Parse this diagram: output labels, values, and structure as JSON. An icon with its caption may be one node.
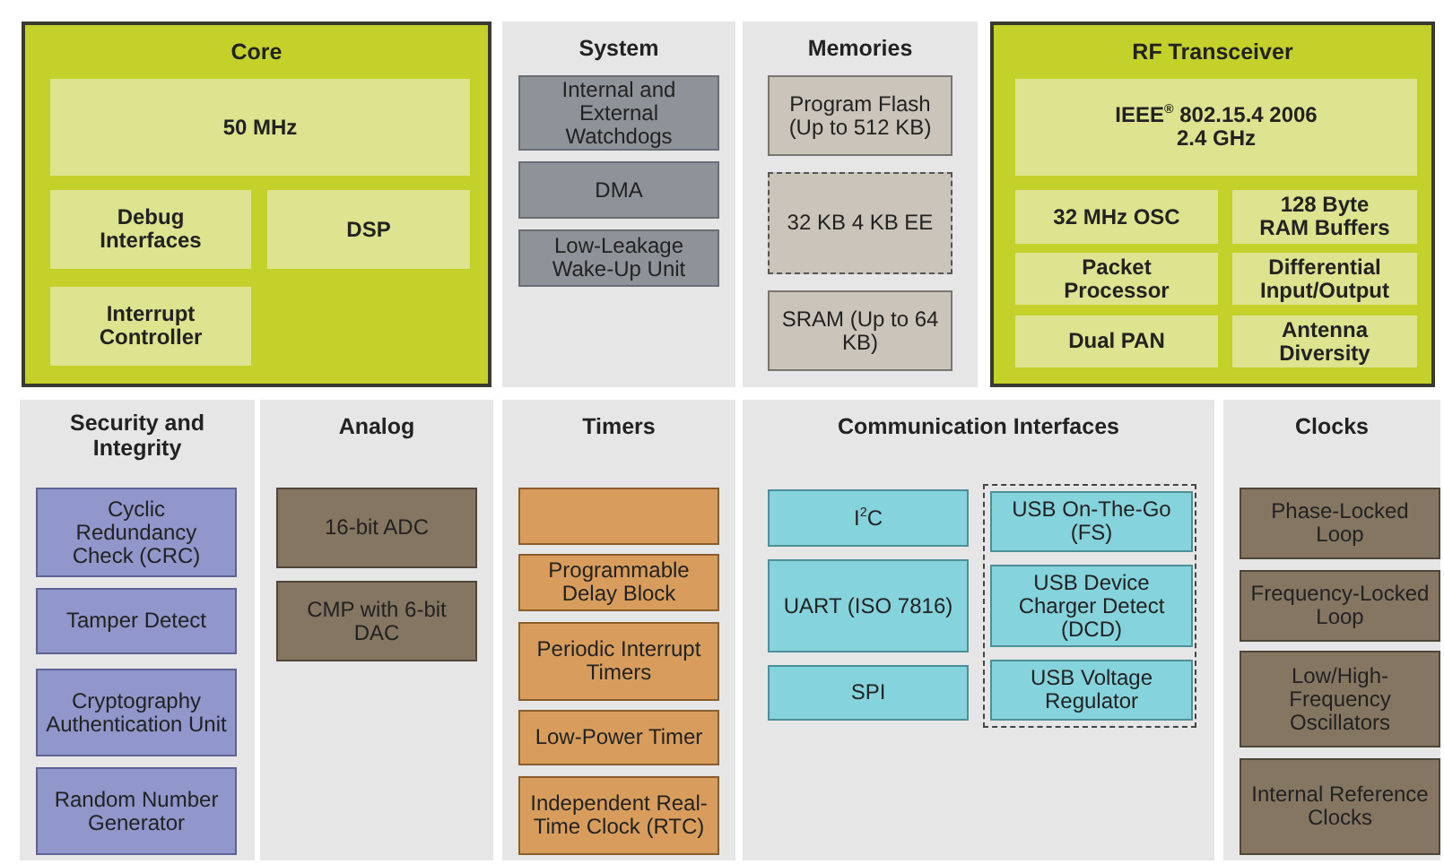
{
  "diagram": {
    "nodes": [
      {
        "text": [
          "Core"
        ]
      },
      {
        "text": [
          "50 MHz"
        ],
        "in": 0
      },
      {
        "text": [
          "Debug Interfaces"
        ],
        "in": 0
      },
      {
        "text": [
          "DSP"
        ],
        "in": 0
      },
      {
        "text": [
          "Interrupt Controller"
        ],
        "in": 0
      },
      {
        "text": [
          "System"
        ]
      },
      {
        "text": [
          "Internal and External Watchdogs"
        ],
        "in": 5
      },
      {
        "text": [
          "DMA"
        ],
        "in": 5
      },
      {
        "text": [
          "Low-Leakage Wake-Up Unit"
        ],
        "in": 5
      },
      {
        "text": [
          "Memories"
        ]
      },
      {
        "text": [
          "Program Flash (Up to 512 KB)"
        ],
        "in": 9
      },
      {
        "text": [
          "32 KB 4 KB EE"
        ],
        "in": 9
      },
      {
        "text": [
          "SRAM (Up to 64 KB)"
        ],
        "in": 9
      },
      {
        "text": [
          "RF Transceiver"
        ]
      },
      {
        "text": [
          "IEEE$^{®}$ 802.15.4 2006 2.4 GHz"
        ],
        "in": 13
      },
      {
        "text": [
          "32 MHz OSC"
        ],
        "in": 13
      },
      {
        "text": [
          "128 Byte RAM Buffers"
        ],
        "in": 13
      },
      {
        "text": [
          "Packet Processor"
        ],
        "in": 13
      },
      {
        "text": [
          "Differential Input/Output"
        ],
        "in": 13
      },
      {
        "text": [
          "Dual PAN"
        ],
        "in": 13
      },
      {
        "text": [
          "Antenna Diversity"
        ],
        "in": 13
      },
      {
        "text": [
          "Security and Integrity"
        ]
      },
      {
        "text": [
          "Cyclic Redundancy Check (CRC)"
        ],
        "in": 21
      },
      {
        "text": [
          "Tamper Detect"
        ],
        "in": 21
      },
      {
        "text": [
          "Cryptography Authentication Unit"
        ],
        "in": 21
      },
      {
        "text": [
          "Random Number Generator"
        ],
        "in": 21
      },
      {
        "text": [
          "Analog"
        ]
      },
      {
        "text": [
          "16-bit ADC"
        ],
        "in": 26
      },
      {
        "text": [
          "CMP with 6-bit DAC"
        ],
        "in": 26
      },
      {
        "text": [
          "Timers"
        ]
      },
      {
        "text": [],
        "shape": "box",
        "in": 29
      },
      {
        "text": [
          "Programmable Delay Block"
        ],
        "in": 29
      },
      {
        "text": [
          "Periodic Interrupt Timers"
        ],
        "in": 29
      },
      {
        "text": [
          "Low-Power Timer"
        ],
        "in": 29
      },
      {
        "text": [
          "Independent Real-Time Clock (RTC)"
        ],
        "in": 29
      },
      {
        "text": [
          "Communication Interfaces"
        ]
      },
      {
        "text": [
          "I$^{2}$C"
        ],
        "in": 35
      },
      {
        "text": [
          "UART (ISO 7816)"
        ],
        "in": 35
      },
      {
        "text": [
          "SPI"
        ],
        "in": 35
      },
      {
        "text": [],
        "shape": "box",
        "in": 35
      },
      {
        "text": [
          "USB On-The-Go (FS)"
        ],
        "in": 39
      },
      {
        "text": [
          "USB Device Charger Detect (DCD)"
        ],
        "in": 39
      },
      {
        "text": [
          "USB Voltage Regulator"
        ],
        "in": 39
      },
      {
        "text": [
          "Clocks"
        ]
      },
      {
        "text": [
          "Phase-Locked Loop"
        ],
        "in": 43
      },
      {
        "text": [
          "Frequency-Locked Loop"
        ],
        "in": 43
      },
      {
        "text": [
          "Low/High-Frequency Oscillators"
        ],
        "in": 43
      },
      {
        "text": [
          "Internal Reference Clocks"
        ],
        "in": 43
      }
    ]
  }
}
